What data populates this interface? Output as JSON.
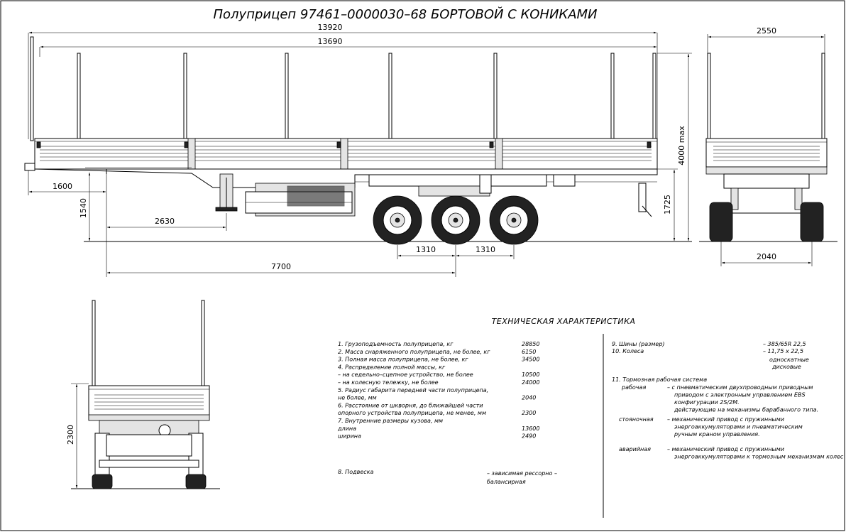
{
  "title": "Полуприцеп   97461–0000030–68 БОРТОВОЙ С КОНИКАМИ",
  "dimensions": {
    "overall_length": "13920",
    "body_length": "13690",
    "front_overhang": "1600",
    "kingpin_height": "1540",
    "leg_distance": "2630",
    "axle_spacing_1": "1310",
    "axle_spacing_2": "1310",
    "kingpin_to_axles": "7700",
    "max_height": "4000 max",
    "platform_height": "1725",
    "overall_width": "2550",
    "track_width": "2040",
    "rear_height": "2300"
  },
  "specs": {
    "heading": "ТЕХНИЧЕСКАЯ ХАРАКТЕРИСТИКА",
    "left": [
      {
        "label": "1. Грузоподъемность полуприцепа, кг",
        "value": "28850"
      },
      {
        "label": "2. Масса снаряженного полуприцепа, не более, кг",
        "value": "6150"
      },
      {
        "label": "3. Полная масса полуприцепа, не более, кг",
        "value": "34500"
      },
      {
        "label": "4. Распределение полной массы, кг",
        "value": ""
      },
      {
        "label": "    – на седельно–сцепное устройство, не более",
        "value": "10500"
      },
      {
        "label": "    – на колесную тележку, не более",
        "value": "24000"
      },
      {
        "label": "5. Радиус габарита передней части полуприцепа,",
        "value": ""
      },
      {
        "label": "    не более, мм",
        "value": "2040"
      },
      {
        "label": "6. Расстояние от шкворня, до ближайшей части",
        "value": ""
      },
      {
        "label": "    опорного устройства полуприцепа, не менее, мм",
        "value": "2300"
      },
      {
        "label": "7. Внутренние размеры кузова, мм",
        "value": ""
      },
      {
        "label": "       длина",
        "value": "13600"
      },
      {
        "label": "       ширина",
        "value": "2490"
      }
    ],
    "suspension_label": "8. Подвеска",
    "suspension_value_1": "– зависимая рессорно –",
    "suspension_value_2": "балансирная",
    "tires_label": "9. Шины (размер)",
    "tires_value": "– 385/65R 22,5",
    "wheels_label": "10. Колеса",
    "wheels_value": "– 11,75 х 22,5",
    "wheels_value_2": "односкатные",
    "wheels_value_3": "дисковые",
    "brakes_label": "11. Тормозная рабочая система",
    "brakes": [
      {
        "type": "рабочая",
        "lines": [
          "– с пневматическим двухпроводным приводным",
          "приводом с электронным управлением EBS",
          "конфигурации 2S/2M.",
          "действующие на механизмы барабанного типа."
        ]
      },
      {
        "type": "стояночная",
        "lines": [
          "– механический привод с пружинными",
          "энергоаккумуляторами и пневматическим",
          "ручным краном управления."
        ]
      },
      {
        "type": "аварийная",
        "lines": [
          "–  механический привод с пружинными",
          "энергоаккумуляторами к тормозным механизмам колес"
        ]
      }
    ]
  }
}
